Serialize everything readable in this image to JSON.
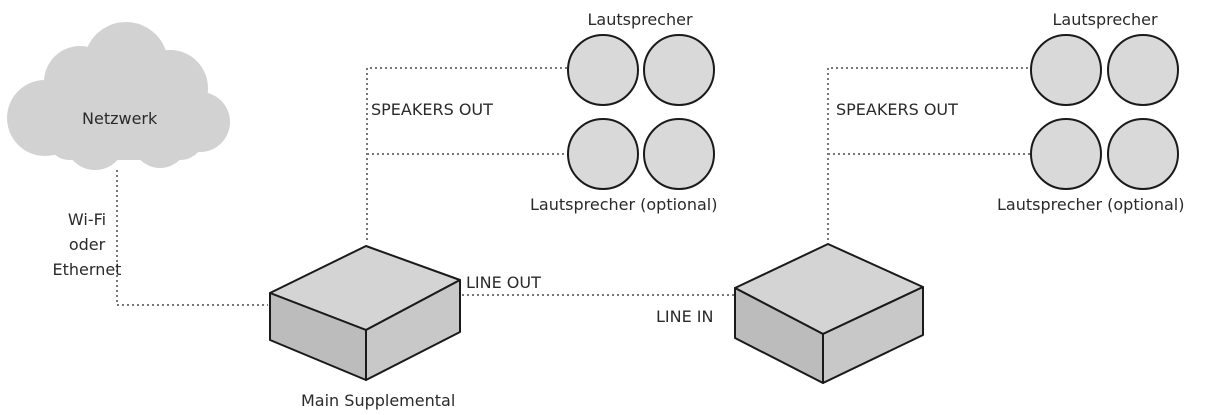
{
  "colors": {
    "cloud_fill": "#d2d2d2",
    "speaker_fill": "#d9d9d9",
    "box_top": "#d4d4d4",
    "box_side": "#bcbcbc",
    "stroke": "#1a1a1a",
    "connector": "#777777"
  },
  "network": {
    "label": "Netzwerk"
  },
  "connection": {
    "lines": [
      "Wi-Fi",
      "oder",
      "Ethernet"
    ]
  },
  "left_zone": {
    "speakers_label": "Lautsprecher",
    "speakers_out": "SPEAKERS OUT",
    "optional_label": "Lautsprecher (optional)",
    "device_label": "Main Supplemental",
    "line_out": "LINE OUT"
  },
  "right_zone": {
    "speakers_label": "Lautsprecher",
    "speakers_out": "SPEAKERS OUT",
    "optional_label": "Lautsprecher (optional)",
    "line_in": "LINE IN"
  }
}
